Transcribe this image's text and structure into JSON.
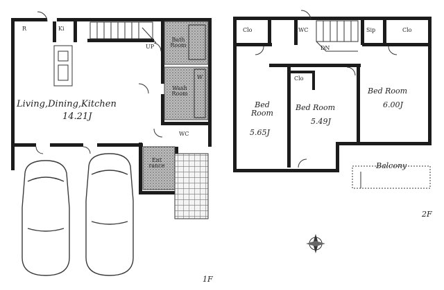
{
  "floor1": {
    "label": "1F",
    "rooms": {
      "refrigerator": "R",
      "wc_small": "Ki",
      "up": "UP",
      "bath": "Bath Room",
      "washroom": "Wash Room",
      "w": "W",
      "ldk_name": "Living,Dining,Kitchen",
      "ldk_size": "14.21J",
      "wc": "WC",
      "entrance": "Ent rance"
    }
  },
  "floor2": {
    "label": "2F",
    "rooms": {
      "clo_left": "Clo",
      "wc": "WC",
      "dn": "DN",
      "sip": "Sip",
      "clo_right": "Clo",
      "clo_center": "Clo",
      "bed1_name": "Bed Room",
      "bed1_size": "5.65J",
      "bed2_name": "Bed Room",
      "bed2_size": "5.49J",
      "bed3_name": "Bed Room",
      "bed3_size": "6.00J",
      "balcony": "Balcony"
    }
  }
}
